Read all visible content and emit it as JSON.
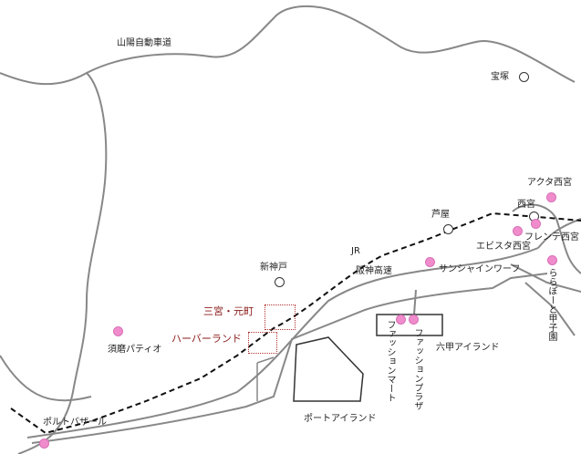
{
  "roads": {
    "sanyo_expressway": "山陽自動車道",
    "jr": "JR",
    "hanshin_expressway": "阪神高速"
  },
  "stations": {
    "takarazuka": "宝塚",
    "nishinomiya": "西宮",
    "ashiya": "芦屋",
    "shinkobe": "新神戸"
  },
  "areas": {
    "sannomiya_motomachi": "三宮・元町",
    "harborland": "ハーバーランド",
    "rokko_island": "六甲アイランド",
    "port_island": "ポートアイランド"
  },
  "spots": {
    "acta_nishinomiya": "アクタ西宮",
    "frente_nishinomiya": "フレンテ西宮",
    "epista_nishinomiya": "エビスタ西宮",
    "lalaport_koshien": "ららぽーと甲子園",
    "sunshine_wharf": "サンシャインワーフ",
    "suma_patio": "須磨パティオ",
    "porto_bazar": "ポルトバザール",
    "fashion_mart": "ファッションマート",
    "fashion_plaza": "ファッションプラザ"
  },
  "colors": {
    "route": "#888888",
    "rail": "#111111",
    "spot": "#f08ccc",
    "area_label": "#8b1a1a"
  }
}
